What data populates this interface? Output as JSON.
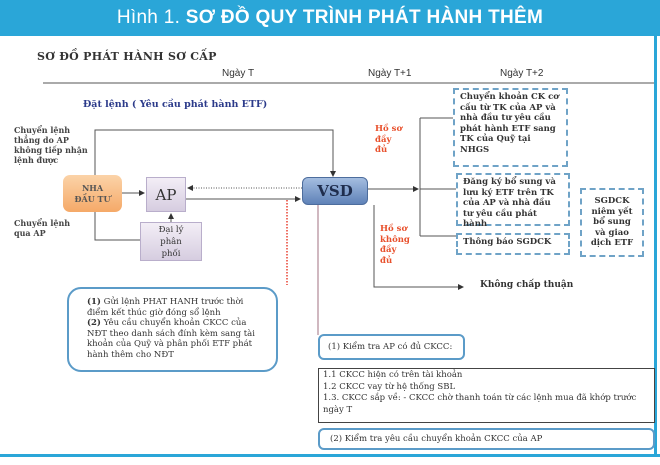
{
  "header": {
    "prefix": "Hình 1. ",
    "title": "SƠ ĐỒ QUY TRÌNH PHÁT HÀNH THÊM"
  },
  "diagram": {
    "subtitle": "SƠ ĐỒ PHÁT HÀNH SƠ CẤP",
    "days": [
      "Ngày T",
      "Ngày T+1",
      "Ngày T+2"
    ],
    "order_label": "Đặt lệnh ( Yêu cầu phát hành ETF)",
    "left_labels": {
      "direct": "Chuyển lệnh thẳng do AP không tiếp nhận lệnh được",
      "via_ap": "Chuyển lệnh qua AP"
    },
    "nodes": {
      "investor": "NHA ĐẦU TƯ",
      "ap": "AP",
      "distributor": "Đại lý phân phối",
      "vsd": "VSD"
    },
    "branches": {
      "complete": "Hồ sơ đầy đủ",
      "incomplete": "Hồ sơ không đầy đủ",
      "rejected": "Không chấp thuận"
    },
    "outcomes": [
      "Chuyển khoản CK cơ cấu từ TK của AP và nhà đầu tư yêu cầu phát hành ETF sang TK của Quỹ tại NHGS",
      "Đăng ký bổ sung và lưu ký ETF trên TK của AP và nhà đầu tư yêu cầu phát hành",
      "Thông báo SGDCK"
    ],
    "sgdck": "SGDCK niêm yết bổ sung và giao dịch ETF",
    "notes_left": [
      {
        "num": "(1)",
        "text": " Gửi lệnh PHAT HANH trước thời điểm kết thúc giờ đóng sổ lệnh"
      },
      {
        "num": "(2)",
        "text": " Yêu cầu chuyển khoản CKCC của NĐT theo danh sách đính kèm sang tài khoản của Quỹ và phân phối ETF phát hành thêm cho NĐT"
      }
    ],
    "check1": "(1) Kiểm tra AP có đủ CKCC:",
    "check1_items": [
      "1.1 CKCC hiện có trên tài khoản",
      "1.2 CKCC vay từ hệ thống SBL",
      "1.3. CKCC sắp về: - CKCC chờ thanh toán từ các lệnh mua đã khớp trước ngày T"
    ],
    "check2": "(2) Kiểm tra yêu cầu chuyển khoản CKCC của AP"
  },
  "colors": {
    "header": "#2aa6d8",
    "red": "#e8502c",
    "navy": "#2b3a8a"
  }
}
